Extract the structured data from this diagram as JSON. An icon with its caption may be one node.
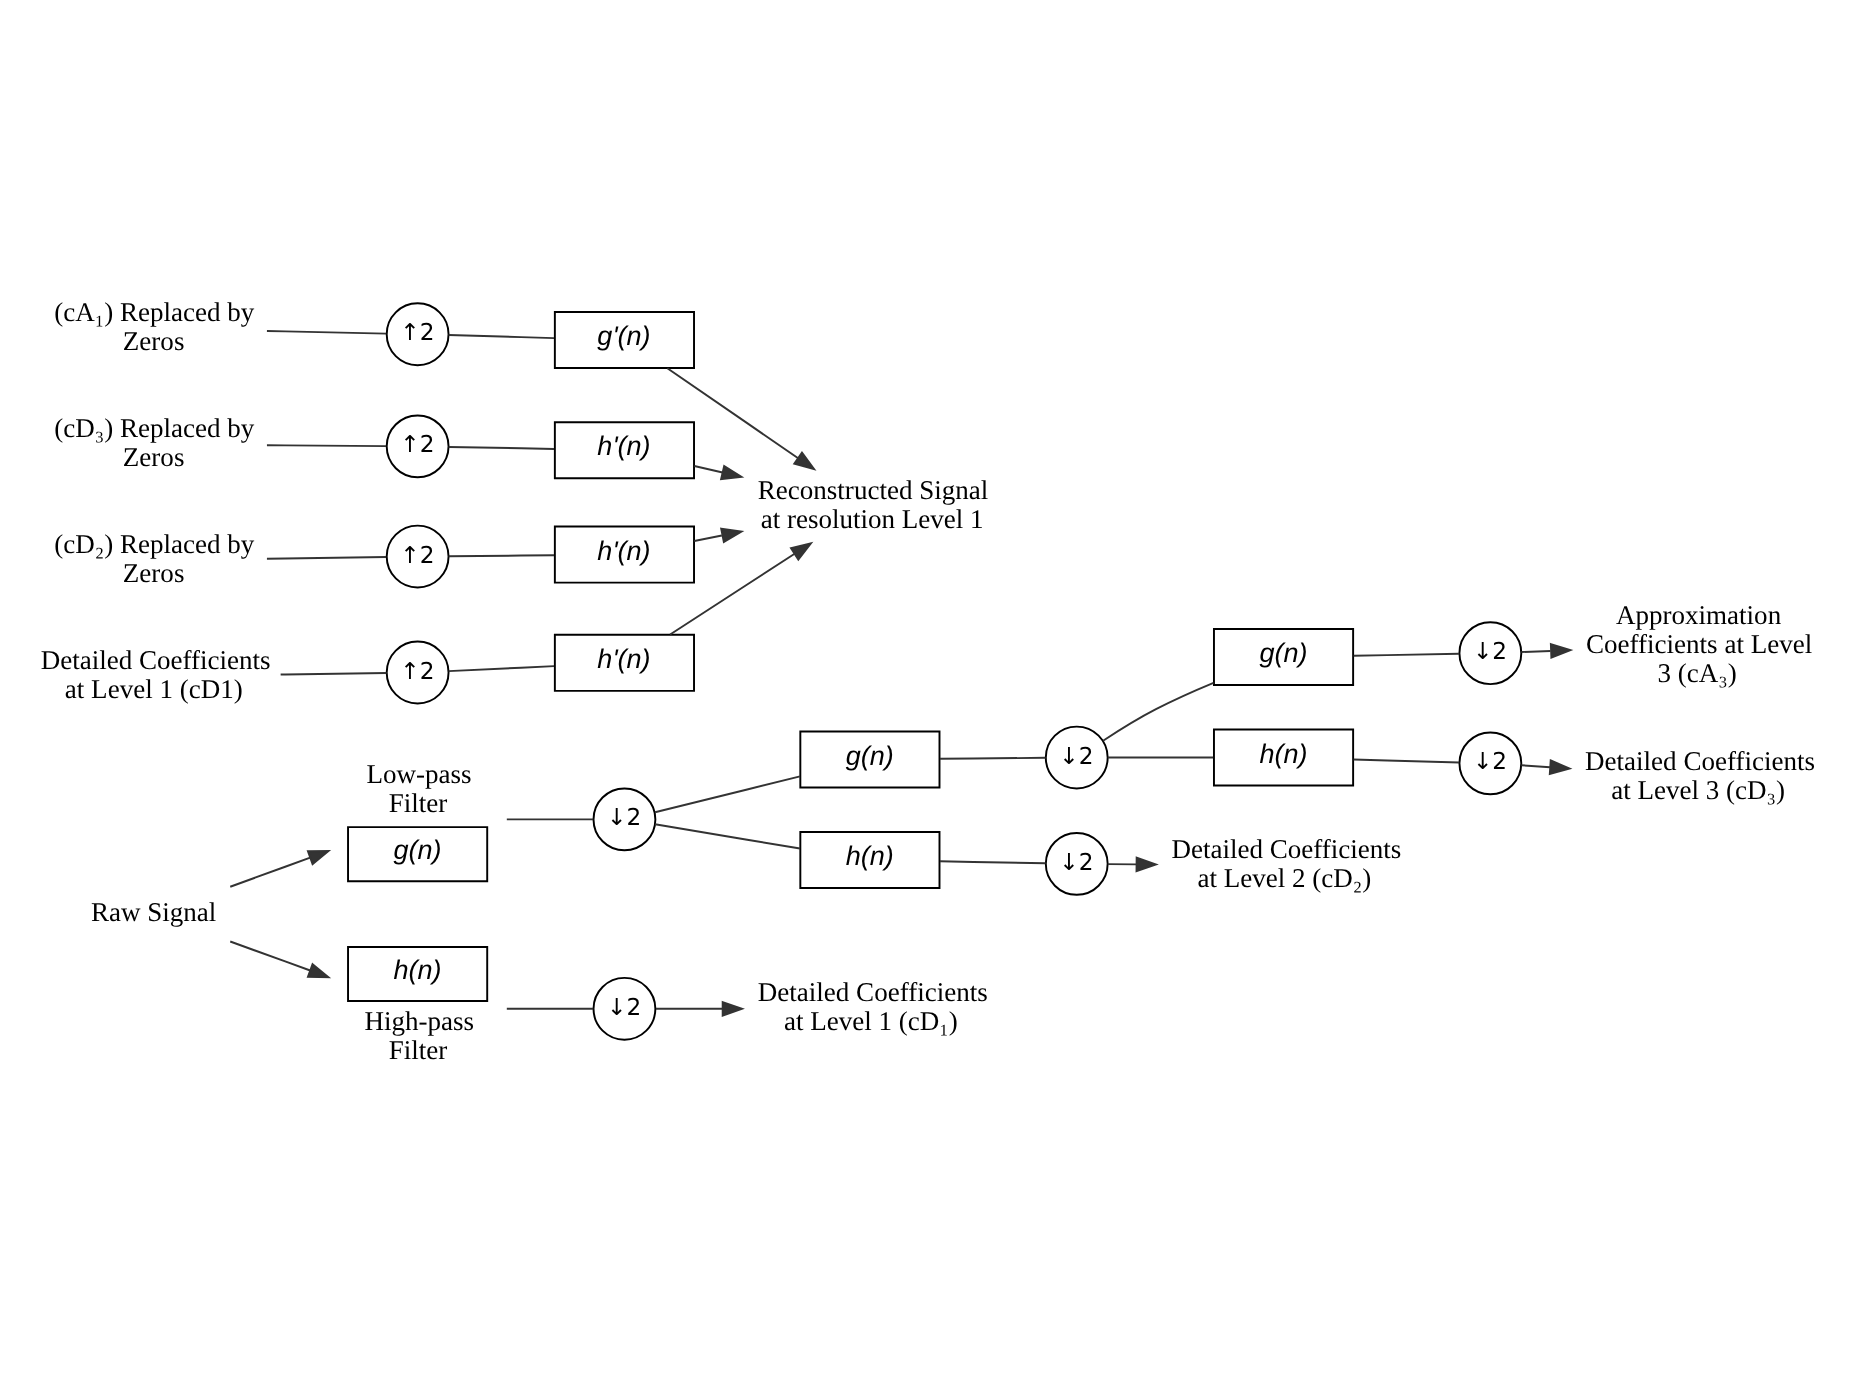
{
  "diagram": {
    "nodes": [
      {
        "text": [
          "Raw Signal"
        ]
      },
      {
        "text": [
          "g(n)"
        ],
        "beside": [
          "Low-pass Filter"
        ]
      },
      {
        "text": [
          "↓2"
        ]
      },
      {
        "text": [
          "h(n)"
        ],
        "beside": [
          "High-pass Filter"
        ]
      },
      {
        "text": [
          "↓2"
        ]
      },
      {
        "text": [
          "g(n)"
        ]
      },
      {
        "text": [
          "↓2"
        ]
      },
      {
        "text": [
          "h(n)"
        ]
      },
      {
        "text": [
          "↓2"
        ]
      },
      {
        "text": [
          "g(n)"
        ]
      },
      {
        "text": [
          "↓2"
        ]
      },
      {
        "text": [
          "h(n)"
        ]
      },
      {
        "text": [
          "↓2"
        ]
      },
      {
        "text": [
          "Approximation Coefficients at Level 3 (cA₃)"
        ]
      },
      {
        "text": [
          "Detailed Coefficients at Level 3 (cD₃)"
        ]
      },
      {
        "text": [
          "Detailed Coefficients at Level 2 (cD₂)"
        ]
      },
      {
        "text": [
          "Detailed Coefficients at Level 1 (cD₁)"
        ]
      },
      {
        "text": [
          "(cA₁) Replaced by Zeros"
        ]
      },
      {
        "text": [
          "↑2"
        ]
      },
      {
        "text": [
          "g'(n)"
        ]
      },
      {
        "text": [
          "(cD₃) Replaced by Zeros"
        ]
      },
      {
        "text": [
          "↑2"
        ]
      },
      {
        "text": [
          "h'(n)"
        ]
      },
      {
        "text": [
          "(cD₂) Replaced by Zeros"
        ]
      },
      {
        "text": [
          "↑2"
        ]
      },
      {
        "text": [
          "h'(n)"
        ]
      },
      {
        "text": [
          "Detailed Coefficients at Level 1 (cD1)"
        ]
      },
      {
        "text": [
          "↑2"
        ]
      },
      {
        "text": [
          "h'(n)"
        ]
      },
      {
        "text": [
          "Reconstructed Signal at resolution Level 1"
        ]
      }
    ],
    "edges": [
      {
        "from": 0,
        "to": 1,
        "arrow": "to"
      },
      {
        "from": 0,
        "to": 3,
        "arrow": "to"
      },
      {
        "from": 1,
        "to": 2,
        "arrow": "none"
      },
      {
        "from": 2,
        "to": 5,
        "arrow": "none"
      },
      {
        "from": 2,
        "to": 7,
        "arrow": "none"
      },
      {
        "from": 5,
        "to": 6,
        "arrow": "none"
      },
      {
        "from": 6,
        "to": 9,
        "arrow": "none"
      },
      {
        "from": 6,
        "to": 11,
        "arrow": "none"
      },
      {
        "from": 9,
        "to": 10,
        "arrow": "none"
      },
      {
        "from": 10,
        "to": 13,
        "arrow": "to"
      },
      {
        "from": 11,
        "to": 12,
        "arrow": "none"
      },
      {
        "from": 12,
        "to": 14,
        "arrow": "to"
      },
      {
        "from": 7,
        "to": 8,
        "arrow": "none"
      },
      {
        "from": 8,
        "to": 15,
        "arrow": "to"
      },
      {
        "from": 3,
        "to": 4,
        "arrow": "none"
      },
      {
        "from": 4,
        "to": 16,
        "arrow": "to"
      },
      {
        "from": 17,
        "to": 18,
        "arrow": "none"
      },
      {
        "from": 18,
        "to": 19,
        "arrow": "none"
      },
      {
        "from": 19,
        "to": 29,
        "arrow": "to"
      },
      {
        "from": 20,
        "to": 21,
        "arrow": "none"
      },
      {
        "from": 21,
        "to": 22,
        "arrow": "none"
      },
      {
        "from": 22,
        "to": 29,
        "arrow": "to"
      },
      {
        "from": 23,
        "to": 24,
        "arrow": "none"
      },
      {
        "from": 24,
        "to": 25,
        "arrow": "none"
      },
      {
        "from": 25,
        "to": 29,
        "arrow": "to"
      },
      {
        "from": 26,
        "to": 27,
        "arrow": "none"
      },
      {
        "from": 27,
        "to": 28,
        "arrow": "none"
      },
      {
        "from": 28,
        "to": 29,
        "arrow": "to"
      }
    ]
  }
}
